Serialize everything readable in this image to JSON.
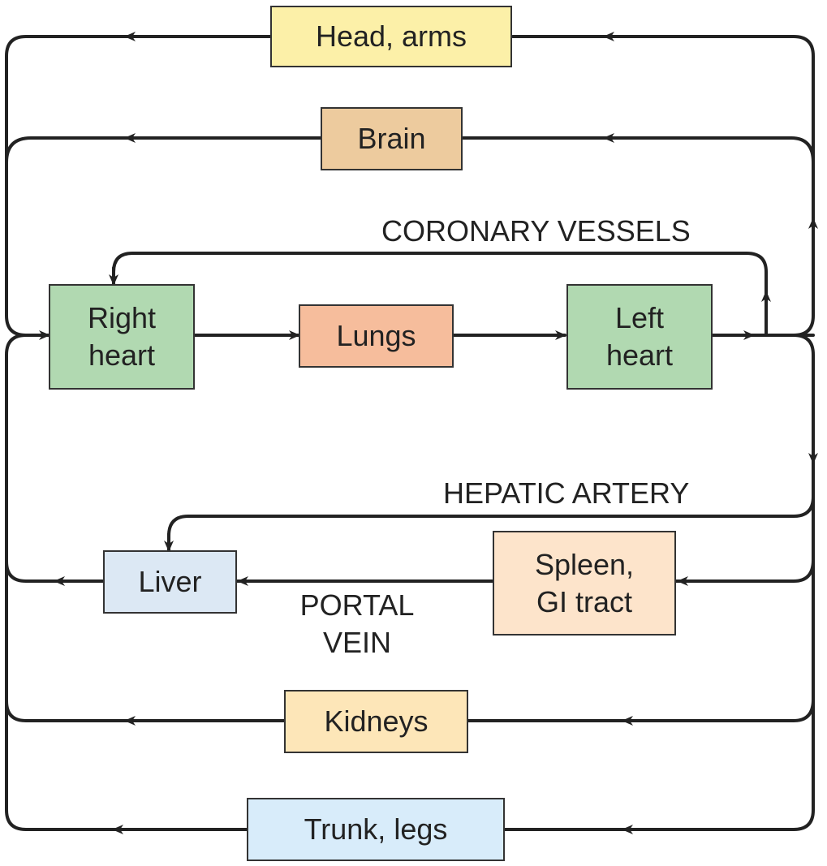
{
  "nodes": {
    "head_arms": {
      "label": "Head, arms",
      "color": "#FCF0A8"
    },
    "brain": {
      "label": "Brain",
      "color": "#EDCB9E"
    },
    "right_heart": {
      "label": "Right\nheart",
      "color": "#B1D9B1"
    },
    "lungs": {
      "label": "Lungs",
      "color": "#F6BD9C"
    },
    "left_heart": {
      "label": "Left\nheart",
      "color": "#B1D9B1"
    },
    "liver": {
      "label": "Liver",
      "color": "#DCE8F4"
    },
    "spleen_gi": {
      "label": "Spleen,\nGI tract",
      "color": "#FDE4CB"
    },
    "kidneys": {
      "label": "Kidneys",
      "color": "#FDE6B8"
    },
    "trunk_legs": {
      "label": "Trunk, legs",
      "color": "#D8ECFA"
    }
  },
  "labels": {
    "coronary_vessels": "CORONARY VESSELS",
    "hepatic_artery": "HEPATIC ARTERY",
    "portal_vein": "PORTAL\nVEIN"
  },
  "line_color": "#222222"
}
